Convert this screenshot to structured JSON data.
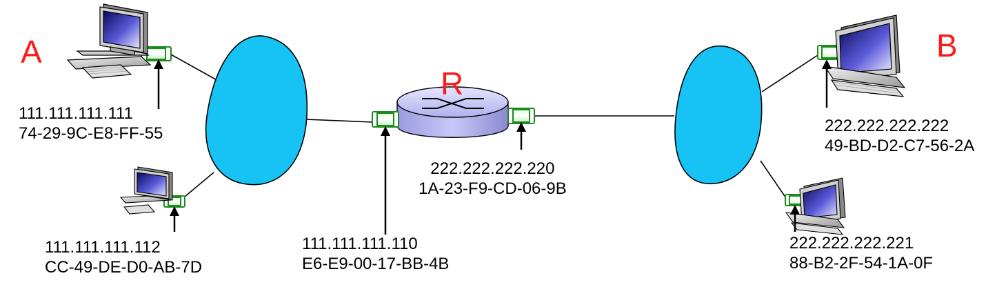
{
  "labels": {
    "host_a": "A",
    "host_b": "B",
    "router": "R"
  },
  "interfaces": {
    "a1": {
      "ip": "111.111.111.111",
      "mac": "74-29-9C-E8-FF-55"
    },
    "a2": {
      "ip": "111.111.111.112",
      "mac": "CC-49-DE-D0-AB-7D"
    },
    "router_left": {
      "ip": "111.111.111.110",
      "mac": "E6-E9-00-17-BB-4B"
    },
    "router_right": {
      "ip": "222.222.222.220",
      "mac": "1A-23-F9-CD-06-9B"
    },
    "b1": {
      "ip": "222.222.222.222",
      "mac": "49-BD-D2-C7-56-2A"
    },
    "b2": {
      "ip": "222.222.222.221",
      "mac": "88-B2-2F-54-1A-0F"
    }
  },
  "colors": {
    "label_red": "#ff1a1a",
    "subnet_fill": "#17c3f5",
    "router_body": "#b9b9f0",
    "nic_green": "#22aa22",
    "link_black": "#000000"
  }
}
